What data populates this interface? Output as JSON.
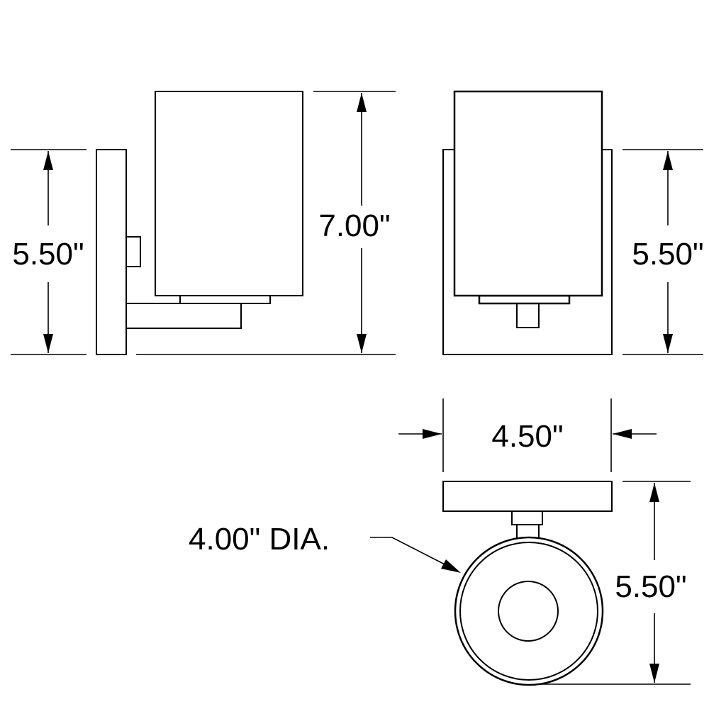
{
  "side_view": {
    "height_label": "5.50\"",
    "overall_height_label": "7.00\""
  },
  "front_view": {
    "height_label": "5.50\""
  },
  "top_view": {
    "width_label": "4.50\"",
    "diameter_label": "4.00\" DIA.",
    "depth_label": "5.50\""
  }
}
